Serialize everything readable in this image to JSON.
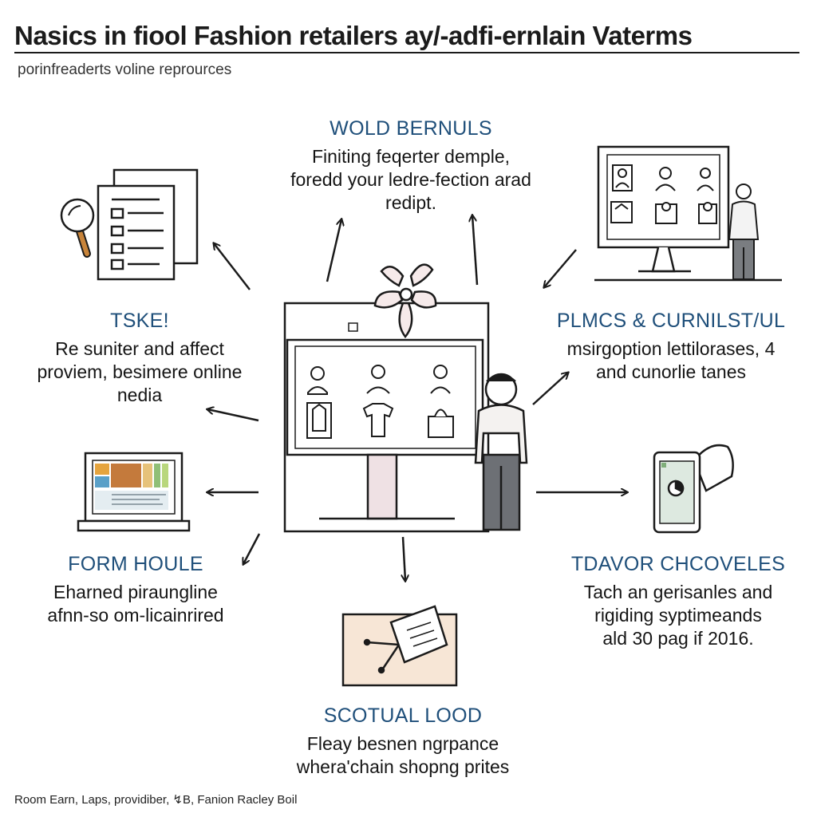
{
  "header": {
    "title": "Nasics in fiool Fashion retailers ay/-adfi-ernlain Vaterms",
    "subtitle": "porinfreaderts voline reprources"
  },
  "blocks": {
    "top": {
      "heading": "WOLD BERNULS",
      "lines": [
        "Finiting feqerter demple,",
        "foredd your ledre-fection arad",
        "redipt."
      ]
    },
    "left": {
      "heading": "TSKE!",
      "lines": [
        "Re suniter and affect",
        "proviem, besimere online",
        "nedia"
      ]
    },
    "right": {
      "heading": "PLMCS & CURNILST/UL",
      "lines": [
        "msirgoption lettilorases, 4",
        "and cunorlie tanes"
      ]
    },
    "bottom_left": {
      "heading": "FORM HOULE",
      "lines": [
        "Eharned piraungline",
        "afnn-so om-licainrired"
      ]
    },
    "bottom_right": {
      "heading": "TDAVOR CHCOVELES",
      "lines": [
        "Tach an gerisanles and",
        "rigiding syptimeands",
        "ald 30 pag if 2016."
      ]
    },
    "bottom": {
      "heading": "SCOTUAL LOOD",
      "lines": [
        "Fleay besnen ngrpance",
        "whera'chain shopng prites"
      ]
    }
  },
  "footer": {
    "text": "Room Earn, Laps, providiber, ↯B, Fanion Racley Boil"
  },
  "colors": {
    "heading": "#1f4f7a",
    "ink": "#1b1b1b",
    "accent_orange": "#c8843a",
    "accent_green": "#7fae7a",
    "panel_tan": "#f7e6d6"
  }
}
